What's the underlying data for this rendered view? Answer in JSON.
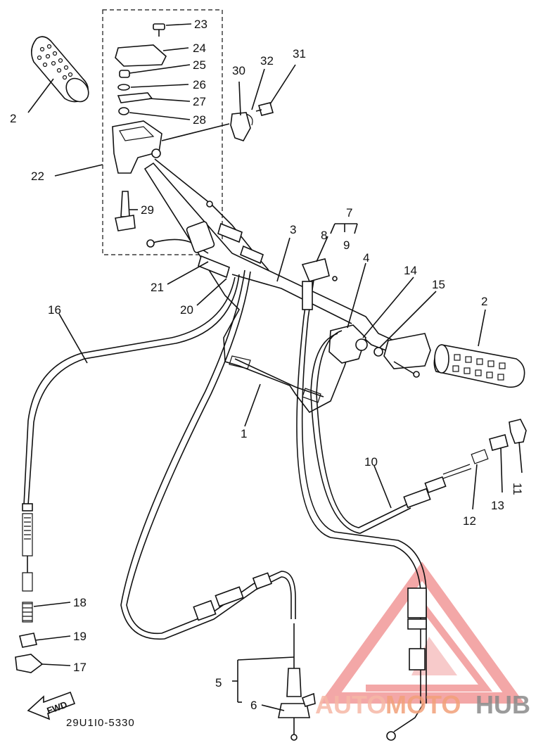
{
  "diagram": {
    "labels": {
      "p1": "1",
      "p2a": "2",
      "p2b": "2",
      "p3": "3",
      "p4": "4",
      "p5": "5",
      "p6": "6",
      "p7": "7",
      "p8": "8",
      "p9": "9",
      "p10": "10",
      "p11": "11",
      "p12": "12",
      "p13": "13",
      "p14": "14",
      "p15": "15",
      "p16": "16",
      "p17": "17",
      "p18": "18",
      "p19": "19",
      "p20": "20",
      "p21": "21",
      "p22": "22",
      "p23": "23",
      "p24": "24",
      "p25": "25",
      "p26": "26",
      "p27": "27",
      "p28": "28",
      "p29": "29",
      "p30": "30",
      "p31": "31",
      "p32": "32"
    },
    "fwd_label": "FWD",
    "drawing_code": "29U1I0-5330"
  },
  "watermark": {
    "part1": "AUTO",
    "part2": "MOTO",
    "part3": "HUB",
    "colors": {
      "auto": "#f6b8a6",
      "moto": "#f2a07a",
      "hub": "#8a8a8a",
      "logo": "#ef8a8a"
    }
  }
}
